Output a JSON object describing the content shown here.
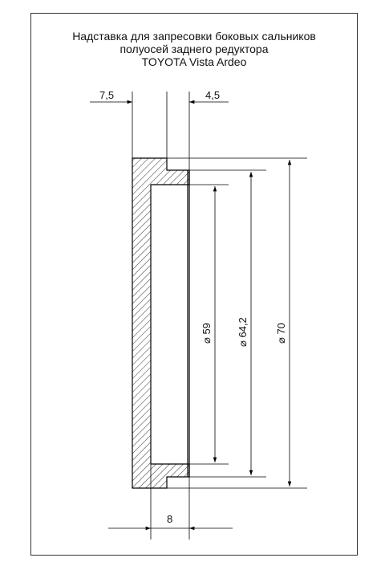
{
  "title": {
    "line1": "Надставка для запресовки боковых сальников",
    "line2": "полуосей заднего редуктора",
    "line3": "TOYOTA Vista Ardeo"
  },
  "dimensions": {
    "left_wall": "7,5",
    "step": "4,5",
    "bottom_width": "8",
    "dia_inner": "⌀ 59",
    "dia_mid": "⌀ 64,2",
    "dia_outer": "⌀ 70"
  },
  "colors": {
    "line": "#000000",
    "hatch": "#000000",
    "frame": "#333333"
  }
}
